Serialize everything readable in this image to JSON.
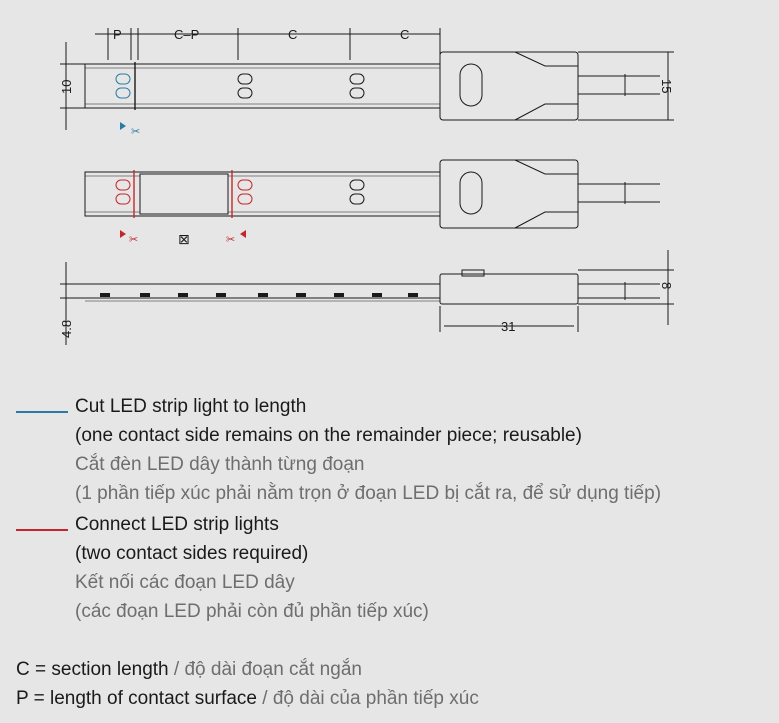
{
  "diagram": {
    "dim_p": "P",
    "dim_c_minus_p": "C–P",
    "dim_c_1": "C",
    "dim_c_2": "C",
    "dim_height_strip": "10",
    "dim_height_connector": "15",
    "dim_thickness_strip": "4.8",
    "dim_thickness_connector": "8",
    "dim_connector_length": "31"
  },
  "colors": {
    "cut": "#2b7aa6",
    "connect": "#c4262e",
    "line": "#1a1a1a"
  },
  "legend": {
    "cut": {
      "en_title": "Cut LED strip light to length",
      "en_note": "(one contact side remains on the remainder piece; reusable)",
      "vi_title": "Cắt đèn LED dây thành từng đoạn",
      "vi_note": "(1 phần tiếp xúc phải nằm trọn ở đoạn LED bị cắt ra, để sử dụng tiếp)"
    },
    "connect": {
      "en_title": "Connect LED strip lights",
      "en_note": "(two contact sides required)",
      "vi_title": "Kết nối các đoạn LED dây",
      "vi_note": "(các đoạn LED phải còn đủ phần tiếp xúc)"
    }
  },
  "definitions": {
    "c_en": "C = section length",
    "c_vi": "độ dài đoạn cắt ngắn",
    "p_en": "P = length of contact surface",
    "p_vi": "độ dài của phần tiếp xúc",
    "separator": " / "
  }
}
